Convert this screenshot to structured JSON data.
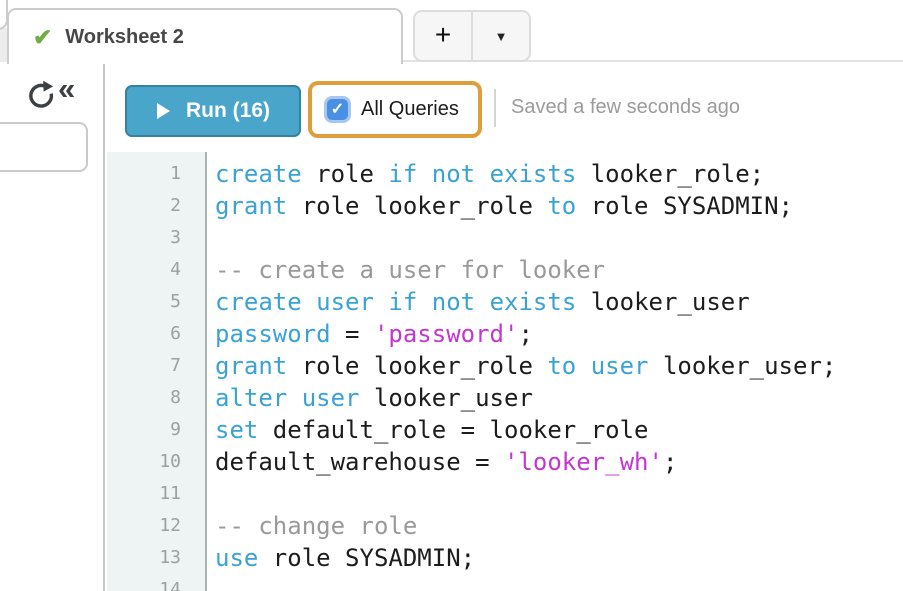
{
  "tab_bar": {
    "active_tab": {
      "label": "Worksheet 2"
    },
    "new_tab_button": "+",
    "tab_menu_button": "▼"
  },
  "toolbar": {
    "run_label": "Run (16)",
    "all_queries_label": "All Queries",
    "all_queries_checked": true,
    "saved_status": "Saved a few seconds ago"
  },
  "icons": {
    "tab_check": "✔",
    "collapse": "«",
    "plus": "+",
    "caret_down": "▼",
    "checkbox_check": "✓"
  },
  "colors": {
    "run_button": "#4aa5ca",
    "run_button_border": "#36819f",
    "highlight_orange": "#e09d3b",
    "checkbox_blue": "#4a90e2",
    "tab_check_green": "#6fae44",
    "keyword_blue": "#3aa3d4",
    "string_magenta": "#c436d0",
    "comment_gray": "#999999",
    "code_black": "#1c1c1e",
    "gutter_bg": "#eef3f4"
  },
  "editor": {
    "lines": [
      {
        "num": "1",
        "tokens": [
          {
            "c": "kw",
            "t": "create"
          },
          {
            "c": "pl",
            "t": " role "
          },
          {
            "c": "kw",
            "t": "if"
          },
          {
            "c": "pl",
            "t": " "
          },
          {
            "c": "kw",
            "t": "not"
          },
          {
            "c": "pl",
            "t": " "
          },
          {
            "c": "kw",
            "t": "exists"
          },
          {
            "c": "pl",
            "t": " looker_role;"
          }
        ]
      },
      {
        "num": "2",
        "tokens": [
          {
            "c": "kw",
            "t": "grant"
          },
          {
            "c": "pl",
            "t": " role looker_role "
          },
          {
            "c": "kw",
            "t": "to"
          },
          {
            "c": "pl",
            "t": " role SYSADMIN;"
          }
        ]
      },
      {
        "num": "3",
        "tokens": []
      },
      {
        "num": "4",
        "tokens": [
          {
            "c": "com",
            "t": "-- create a user for looker"
          }
        ]
      },
      {
        "num": "5",
        "tokens": [
          {
            "c": "kw",
            "t": "create"
          },
          {
            "c": "pl",
            "t": " "
          },
          {
            "c": "kw",
            "t": "user"
          },
          {
            "c": "pl",
            "t": " "
          },
          {
            "c": "kw",
            "t": "if"
          },
          {
            "c": "pl",
            "t": " "
          },
          {
            "c": "kw",
            "t": "not"
          },
          {
            "c": "pl",
            "t": " "
          },
          {
            "c": "kw",
            "t": "exists"
          },
          {
            "c": "pl",
            "t": " looker_user"
          }
        ]
      },
      {
        "num": "6",
        "tokens": [
          {
            "c": "kw",
            "t": "password"
          },
          {
            "c": "pl",
            "t": " = "
          },
          {
            "c": "str",
            "t": "'password'"
          },
          {
            "c": "pl",
            "t": ";"
          }
        ]
      },
      {
        "num": "7",
        "tokens": [
          {
            "c": "kw",
            "t": "grant"
          },
          {
            "c": "pl",
            "t": " role looker_role "
          },
          {
            "c": "kw",
            "t": "to"
          },
          {
            "c": "pl",
            "t": " "
          },
          {
            "c": "kw",
            "t": "user"
          },
          {
            "c": "pl",
            "t": " looker_user;"
          }
        ]
      },
      {
        "num": "8",
        "tokens": [
          {
            "c": "kw",
            "t": "alter"
          },
          {
            "c": "pl",
            "t": " "
          },
          {
            "c": "kw",
            "t": "user"
          },
          {
            "c": "pl",
            "t": " looker_user"
          }
        ]
      },
      {
        "num": "9",
        "tokens": [
          {
            "c": "kw",
            "t": "set"
          },
          {
            "c": "pl",
            "t": " default_role = looker_role"
          }
        ]
      },
      {
        "num": "10",
        "tokens": [
          {
            "c": "pl",
            "t": "default_warehouse = "
          },
          {
            "c": "str",
            "t": "'looker_wh'"
          },
          {
            "c": "pl",
            "t": ";"
          }
        ]
      },
      {
        "num": "11",
        "tokens": []
      },
      {
        "num": "12",
        "tokens": [
          {
            "c": "com",
            "t": "-- change role"
          }
        ]
      },
      {
        "num": "13",
        "tokens": [
          {
            "c": "kw",
            "t": "use"
          },
          {
            "c": "pl",
            "t": " role SYSADMIN;"
          }
        ]
      },
      {
        "num": "14",
        "tokens": []
      }
    ]
  }
}
